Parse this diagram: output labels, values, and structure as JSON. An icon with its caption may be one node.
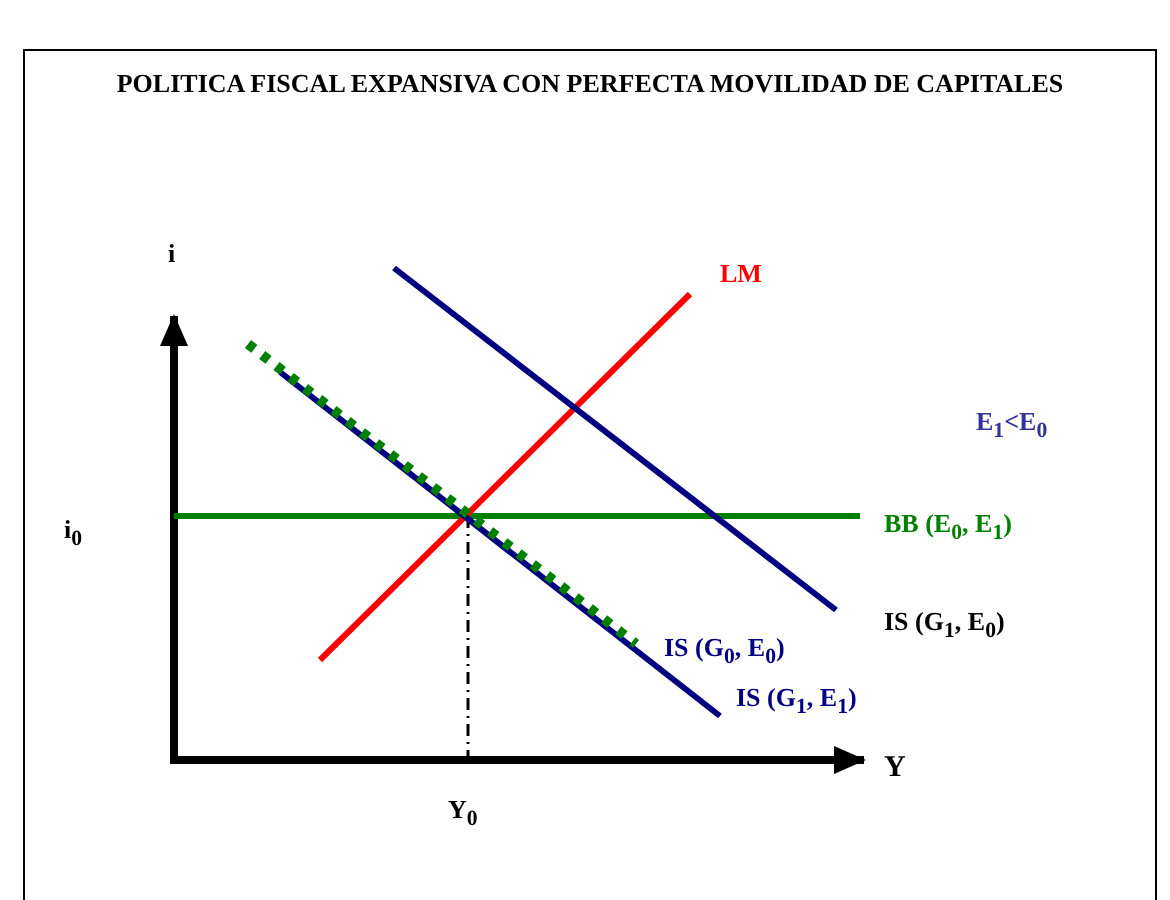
{
  "diagram": {
    "title": "POLITICA FISCAL EXPANSIVA CON PERFECTA MOVILIDAD DE CAPITALES",
    "labels": [
      "i",
      "LM",
      "E$_{1}$<E$_{0}$",
      "i$_{0}$",
      "BB (E$_{0}$, E$_{1}$)",
      "IS (G$_{1}$, E$_{0}$)",
      "IS (G$_{0}$, E$_{0}$)",
      "IS (G$_{1}$, E$_{1}$)",
      "Y",
      "Y$_{0}$"
    ]
  }
}
